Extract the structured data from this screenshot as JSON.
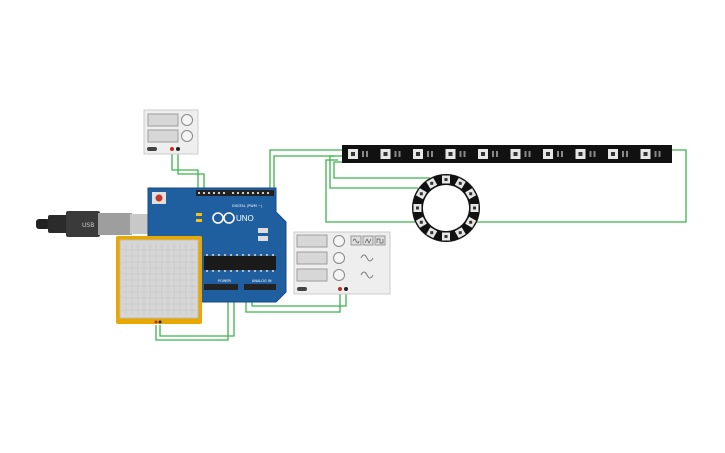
{
  "canvas": {
    "background": "#ffffff"
  },
  "arduino": {
    "brand_label": "UNO",
    "subtitle": "DIGITAL (PWM ~)",
    "power_label": "POWER",
    "analog_label": "ANALOG IN",
    "color": "#1f5fa0"
  },
  "colors": {
    "wire": "#3cb44b",
    "lead_red": "#c62828",
    "lead_black": "#222222",
    "led_strip": "#111111",
    "led_ring": "#111111",
    "breadboard_border": "#e8a800",
    "panel_bg": "#eeeeee"
  },
  "icons": {
    "usb": "usb-cable-icon",
    "power": "barrel-jack-icon",
    "knob": "knob-icon",
    "sine": "sine-wave-icon",
    "square": "square-wave-icon"
  }
}
